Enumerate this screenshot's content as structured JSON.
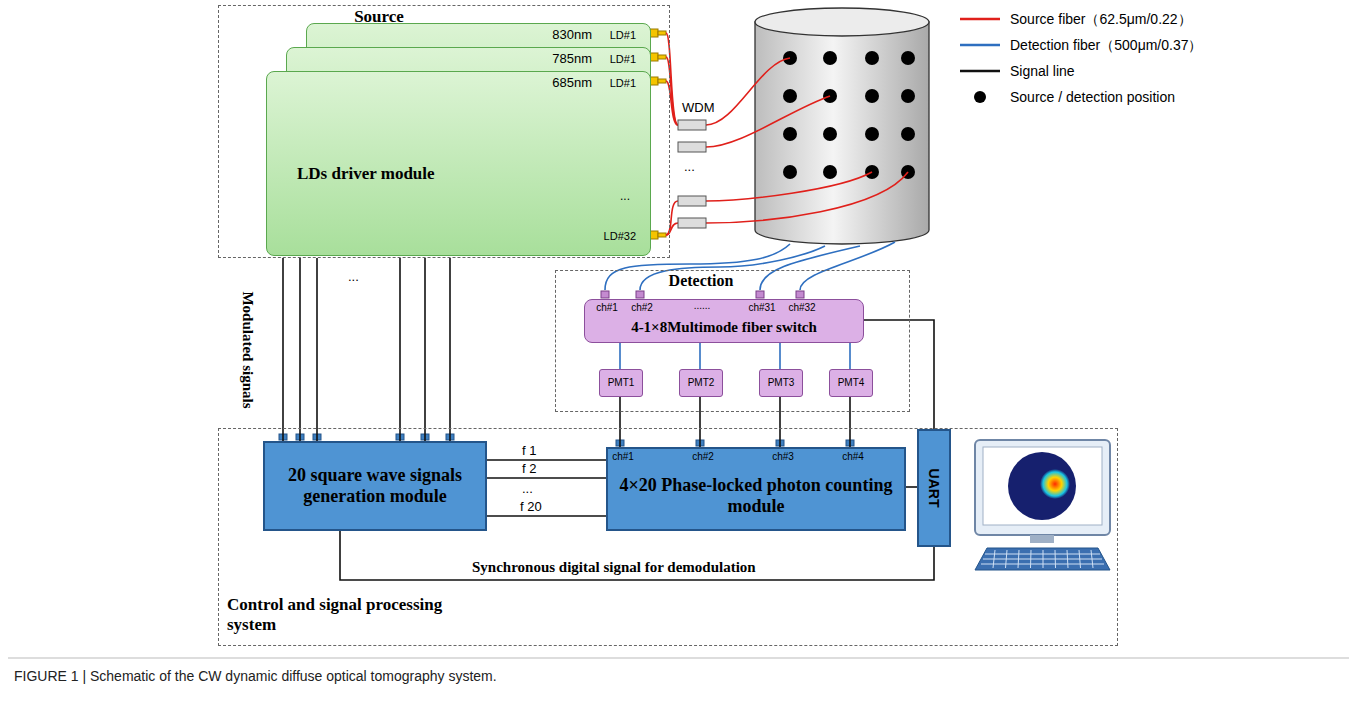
{
  "diagram": {
    "caption": "FIGURE 1 | Schematic of the CW dynamic diffuse optical tomography system.",
    "nodes": [
      {
        "text": [
          "Source"
        ]
      },
      {
        "text": [
          "830nm",
          "LD#1"
        ],
        "in": 0
      },
      {
        "text": [
          "785nm",
          "LD#1"
        ],
        "in": 0
      },
      {
        "text": [
          "685nm",
          "LD#1",
          "LDs driver module",
          "...",
          "LD#32"
        ],
        "in": 0
      },
      {
        "text": [
          "Detection"
        ]
      },
      {
        "text": [
          "ch#1",
          "ch#2",
          "......",
          "ch#31",
          "ch#32",
          "4-1×8Multimode fiber switch"
        ],
        "in": 4
      },
      {
        "text": [
          "PMT1"
        ],
        "in": 4
      },
      {
        "text": [
          "PMT2"
        ],
        "in": 4
      },
      {
        "text": [
          "PMT3"
        ],
        "in": 4
      },
      {
        "text": [
          "PMT4"
        ],
        "in": 4
      },
      {
        "text": [
          "Control and signal processing system"
        ]
      },
      {
        "text": [
          "20 square wave signals generation module"
        ],
        "in": 10
      },
      {
        "text": [
          "ch#1",
          "ch#2",
          "ch#3",
          "ch#4",
          "4×20 Phase-locked photon counting module"
        ],
        "in": 10
      },
      {
        "text": [
          "UART"
        ],
        "in": 10
      }
    ],
    "edges": [
      {
        "from": 5,
        "to": 6,
        "arrow": "none"
      },
      {
        "from": 5,
        "to": 7,
        "arrow": "none"
      },
      {
        "from": 5,
        "to": 8,
        "arrow": "none"
      },
      {
        "from": 5,
        "to": 9,
        "arrow": "none"
      },
      {
        "from": 6,
        "to": 12,
        "arrow": "none"
      },
      {
        "from": 7,
        "to": 12,
        "arrow": "none"
      },
      {
        "from": 8,
        "to": 12,
        "arrow": "none"
      },
      {
        "from": 9,
        "to": 12,
        "arrow": "none"
      },
      {
        "from": 11,
        "to": 12,
        "label": "f 1",
        "arrow": "none"
      },
      {
        "from": 11,
        "to": 12,
        "label": "f 2",
        "arrow": "none"
      },
      {
        "from": 11,
        "to": 12,
        "label": "f 20",
        "arrow": "none"
      },
      {
        "from": 11,
        "to": 13,
        "label": "Synchronous digital signal for demodulation",
        "arrow": "none"
      },
      {
        "from": 12,
        "to": 13,
        "arrow": "none"
      },
      {
        "from": 13,
        "to": 5,
        "arrow": "none"
      },
      {
        "from": 11,
        "to": 0,
        "arrow": "none"
      },
      {
        "from": 11,
        "to": 0,
        "arrow": "none"
      },
      {
        "from": 11,
        "to": 0,
        "arrow": "none"
      },
      {
        "from": 11,
        "to": 0,
        "arrow": "none"
      },
      {
        "from": 11,
        "to": 0,
        "arrow": "none"
      },
      {
        "from": 11,
        "to": 0,
        "arrow": "none"
      }
    ],
    "labels": [
      "WDM",
      "...",
      "Modulated signals",
      "...",
      "..."
    ],
    "legend": [
      {
        "text": "Source fiber（62.5μm/0.22）"
      },
      {
        "text": "Detection fiber（500μm/0.37）"
      },
      {
        "text": "Signal line"
      },
      {
        "text": "Source / detection position"
      }
    ]
  }
}
